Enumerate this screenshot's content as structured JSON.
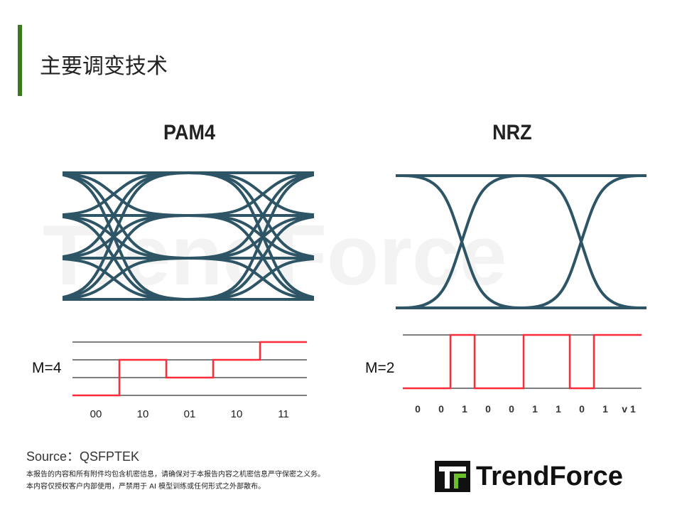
{
  "title": "主要调变技术",
  "watermark": "TrendForce",
  "pam4": {
    "heading": "PAM4",
    "m_label": "M=4",
    "symbols": [
      "00",
      "10",
      "01",
      "10",
      "11"
    ],
    "symbol_levels": [
      0,
      2,
      1,
      2,
      3
    ]
  },
  "nrz": {
    "heading": "NRZ",
    "m_label": "M=2",
    "bits": [
      "0",
      "0",
      "1",
      "0",
      "0",
      "1",
      "1",
      "0",
      "1",
      "v 1"
    ],
    "waveform_levels": [
      0,
      0,
      1,
      0,
      0,
      1,
      1,
      0,
      1,
      1
    ]
  },
  "colors": {
    "accent": "#3a7a1e",
    "eye": "#2e5566",
    "signal": "#ff2a3a",
    "grid": "#555555"
  },
  "source": "Source：QSFPTEK",
  "disclaimer": [
    "本报告的内容和所有附件均包含机密信息，请确保对于本报告内容之机密信息严守保密之义务。",
    "本内容仅授权客户内部使用，严禁用于 AI 模型训练或任何形式之外部散布。"
  ],
  "logo": "TrendForce"
}
